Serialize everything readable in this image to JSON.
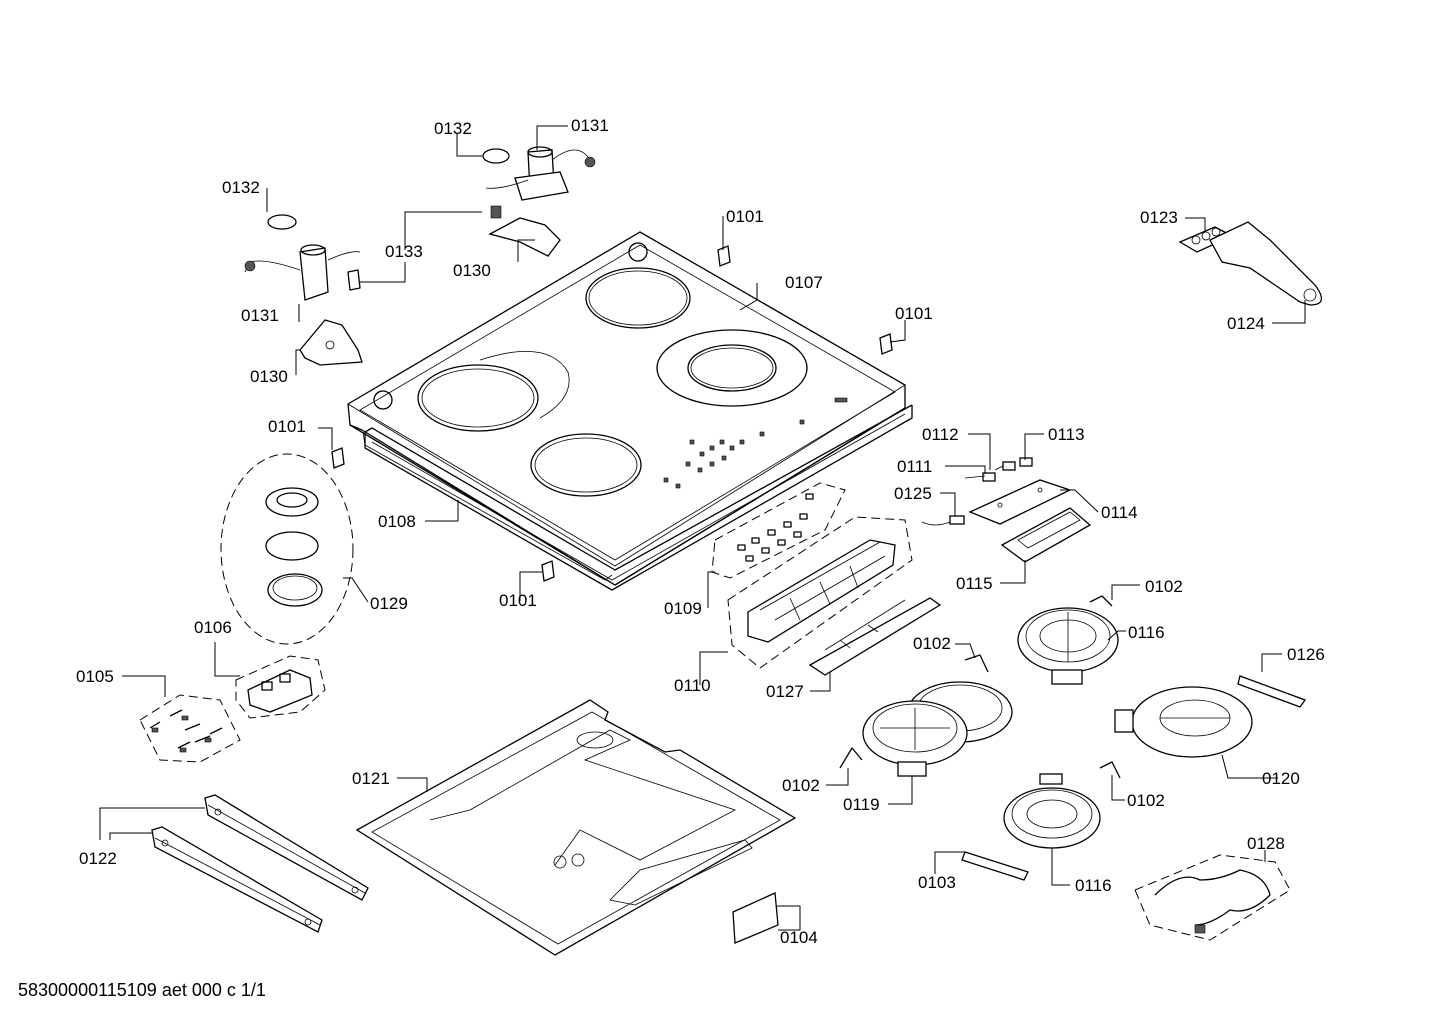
{
  "document": {
    "number": "58300000115109 aet 000 c 1/1"
  },
  "labels": [
    {
      "id": "0132-a",
      "text": "0132"
    },
    {
      "id": "0131-a",
      "text": "0131"
    },
    {
      "id": "0132-b",
      "text": "0132"
    },
    {
      "id": "0133",
      "text": "0133"
    },
    {
      "id": "0130-a",
      "text": "0130"
    },
    {
      "id": "0131-b",
      "text": "0131"
    },
    {
      "id": "0130-b",
      "text": "0130"
    },
    {
      "id": "0101-a",
      "text": "0101"
    },
    {
      "id": "0107",
      "text": "0107"
    },
    {
      "id": "0101-b",
      "text": "0101"
    },
    {
      "id": "0123",
      "text": "0123"
    },
    {
      "id": "0124",
      "text": "0124"
    },
    {
      "id": "0101-c",
      "text": "0101"
    },
    {
      "id": "0112",
      "text": "0112"
    },
    {
      "id": "0113",
      "text": "0113"
    },
    {
      "id": "0111",
      "text": "0111"
    },
    {
      "id": "0125",
      "text": "0125"
    },
    {
      "id": "0114",
      "text": "0114"
    },
    {
      "id": "0108",
      "text": "0108"
    },
    {
      "id": "0129",
      "text": "0129"
    },
    {
      "id": "0101-d",
      "text": "0101"
    },
    {
      "id": "0109",
      "text": "0109"
    },
    {
      "id": "0115",
      "text": "0115"
    },
    {
      "id": "0102-a",
      "text": "0102"
    },
    {
      "id": "0106",
      "text": "0106"
    },
    {
      "id": "0116-a",
      "text": "0116"
    },
    {
      "id": "0102-b",
      "text": "0102"
    },
    {
      "id": "0105",
      "text": "0105"
    },
    {
      "id": "0126",
      "text": "0126"
    },
    {
      "id": "0110",
      "text": "0110"
    },
    {
      "id": "0127",
      "text": "0127"
    },
    {
      "id": "0121",
      "text": "0121"
    },
    {
      "id": "0102-c",
      "text": "0102"
    },
    {
      "id": "0120",
      "text": "0120"
    },
    {
      "id": "0119",
      "text": "0119"
    },
    {
      "id": "0102-d",
      "text": "0102"
    },
    {
      "id": "0122",
      "text": "0122"
    },
    {
      "id": "0128",
      "text": "0128"
    },
    {
      "id": "0103",
      "text": "0103"
    },
    {
      "id": "0116-b",
      "text": "0116"
    },
    {
      "id": "0104",
      "text": "0104"
    }
  ]
}
